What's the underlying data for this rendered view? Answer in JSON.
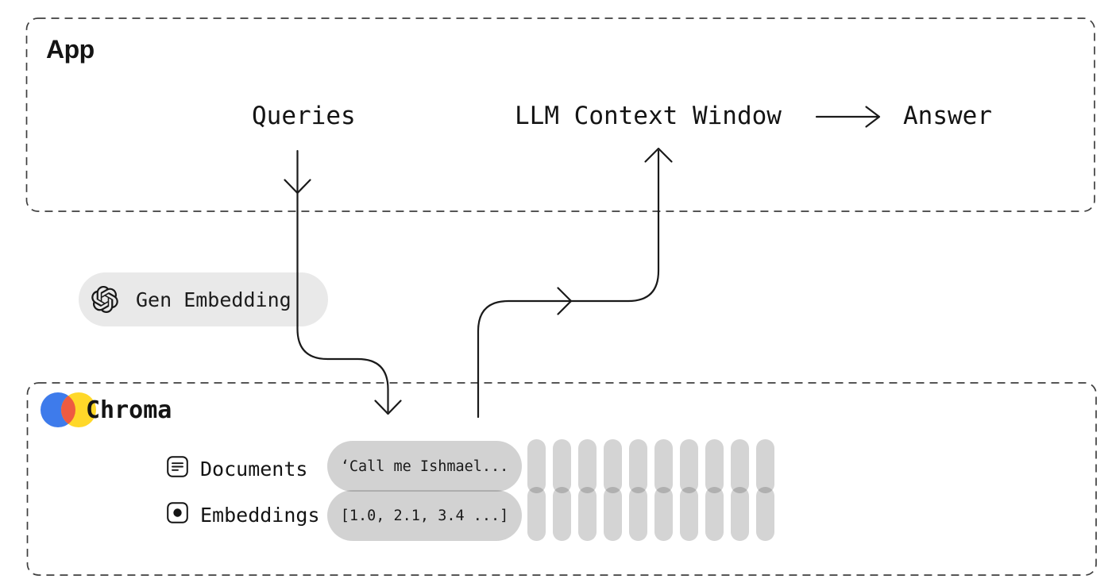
{
  "app_box": {
    "title": "App",
    "queries_label": "Queries",
    "context_window_label": "LLM Context Window",
    "answer_label": "Answer"
  },
  "embedding_pill": {
    "icon": "openai-logo-icon",
    "label": "Gen Embedding"
  },
  "chroma_box": {
    "title": "Chroma",
    "logo": "chroma-logo-icon",
    "rows": [
      {
        "icon": "documents-icon",
        "label": "Documents",
        "value": "‘Call me Ishmael..."
      },
      {
        "icon": "embeddings-icon",
        "label": "Embeddings",
        "value": "[1.0, 2.1, 3.4 ...]"
      }
    ],
    "placeholder_columns": 10
  },
  "colors": {
    "pill_gray": "rgba(0,0,0,0.17)",
    "light_pill_gray": "#e9e9e9",
    "line_black": "#1a1a1a",
    "dash_border": "#3f3f3f",
    "chroma_blue": "#3e7beb",
    "chroma_red": "#ee5b41",
    "chroma_yellow": "#ffd829"
  }
}
